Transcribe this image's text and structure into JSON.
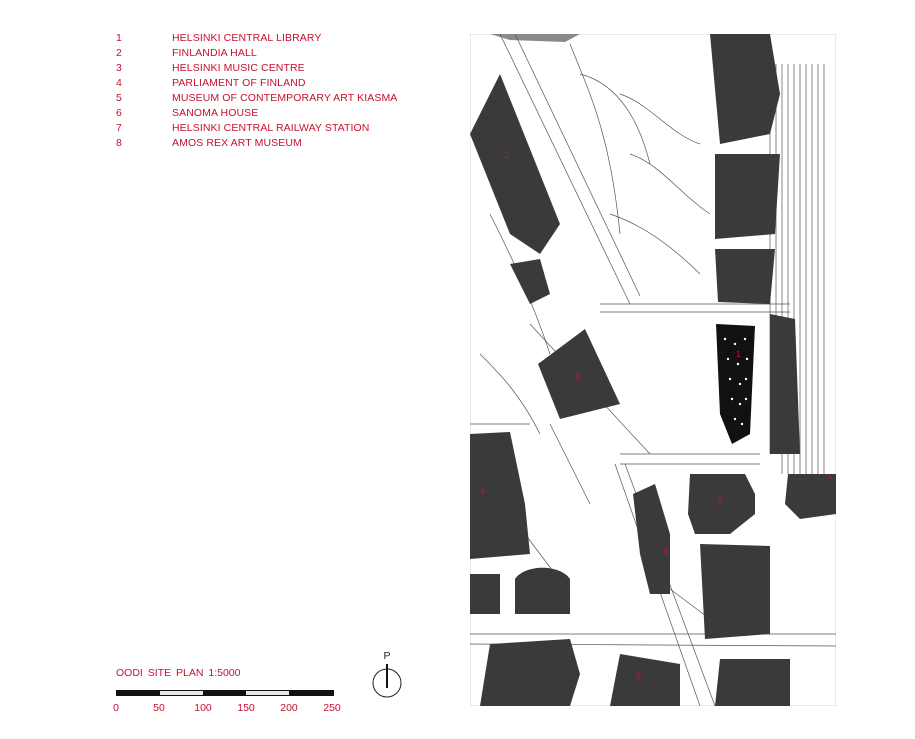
{
  "legend": {
    "items": [
      {
        "num": "1",
        "name": "HELSINKI CENTRAL LIBRARY"
      },
      {
        "num": "2",
        "name": "FINLANDIA HALL"
      },
      {
        "num": "3",
        "name": "HELSINKI MUSIC CENTRE"
      },
      {
        "num": "4",
        "name": "PARLIAMENT OF FINLAND"
      },
      {
        "num": "5",
        "name": "MUSEUM OF CONTEMPORARY ART KIASMA"
      },
      {
        "num": "6",
        "name": "SANOMA HOUSE"
      },
      {
        "num": "7",
        "name": "HELSINKI CENTRAL RAILWAY STATION"
      },
      {
        "num": "8",
        "name": "AMOS REX ART MUSEUM"
      }
    ]
  },
  "plan_title": "OODI   SITE PLAN    1:5000",
  "scale": {
    "ticks": [
      "0",
      "50",
      "100",
      "150",
      "200",
      "250"
    ]
  },
  "north": {
    "label": "P"
  },
  "map_labels": {
    "b1": "1",
    "b2": "2",
    "b3": "3",
    "b4": "4",
    "b5": "5",
    "b6": "6",
    "b7": "7",
    "b8": "8"
  },
  "colors": {
    "accent": "#c8102e",
    "building": "#3a3a3a",
    "library": "#111111",
    "water": "#8a8a8a"
  }
}
